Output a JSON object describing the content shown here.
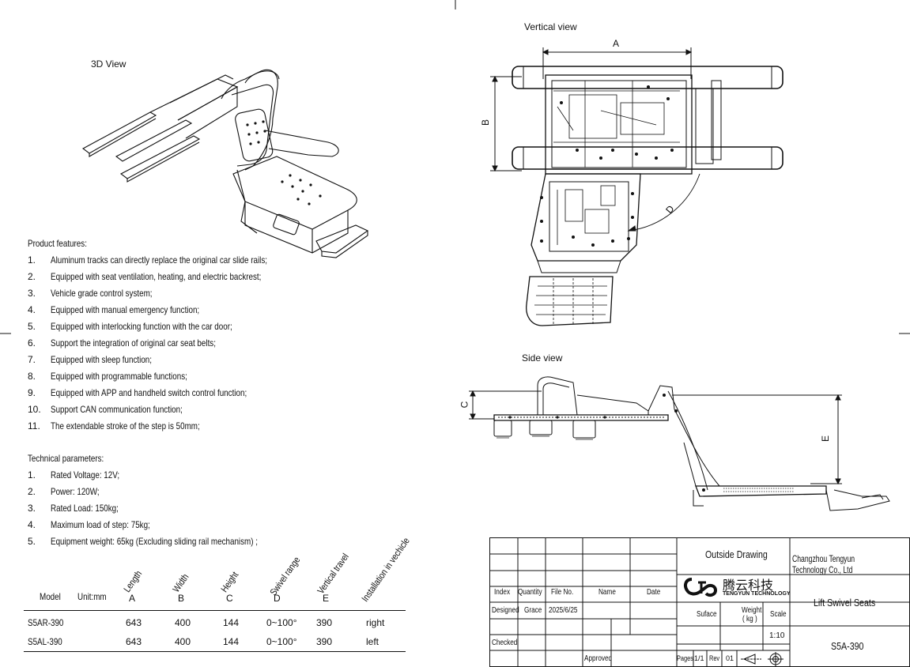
{
  "views": {
    "three_d": "3D View",
    "vertical": "Vertical view",
    "side": "Side view"
  },
  "dimensions": {
    "a": "A",
    "b": "B",
    "c": "C",
    "d": "D",
    "e": "E"
  },
  "features": {
    "heading": "Product features:",
    "items": [
      {
        "num": "1.",
        "text": "Aluminum tracks can directly replace the original car slide rails;"
      },
      {
        "num": "2.",
        "text": "Equipped with seat ventilation, heating, and electric backrest;"
      },
      {
        "num": "3.",
        "text": "Vehicle grade control system;"
      },
      {
        "num": "4.",
        "text": "Equipped with manual emergency function;"
      },
      {
        "num": "5.",
        "text": "Equipped with interlocking function with the car door;"
      },
      {
        "num": "6.",
        "text": "Support the integration of original car seat belts;"
      },
      {
        "num": "7.",
        "text": "Equipped with sleep function;"
      },
      {
        "num": "8.",
        "text": "Equipped with programmable functions;"
      },
      {
        "num": "9.",
        "text": "Equipped with APP and handheld switch control function;"
      },
      {
        "num": "10.",
        "text": "Support CAN communication function;"
      },
      {
        "num": "11.",
        "text": "The extendable stroke of the step is 50mm;"
      }
    ]
  },
  "params": {
    "heading": "Technical parameters:",
    "items": [
      {
        "num": "1.",
        "text": "Rated Voltage: 12V;"
      },
      {
        "num": "2.",
        "text": "Power: 120W;"
      },
      {
        "num": "3.",
        "text": "Rated Load: 150kg;"
      },
      {
        "num": "4.",
        "text": "Maximum load of step: 75kg;"
      },
      {
        "num": "5.",
        "text": "Equipment weight: 65kg (Excluding sliding rail mechanism) ;"
      }
    ]
  },
  "spec_table": {
    "model_label": "Model",
    "unit_label": "Unit:mm",
    "headers": [
      {
        "label": "Length",
        "letter": "A"
      },
      {
        "label": "Width",
        "letter": "B"
      },
      {
        "label": "Height",
        "letter": "C"
      },
      {
        "label": "Swivel range",
        "letter": "D"
      },
      {
        "label": "Vertical travel",
        "letter": "E"
      },
      {
        "label": "Installation in vechicle",
        "letter": ""
      }
    ],
    "rows": [
      {
        "model": "S5AR-390",
        "a": "643",
        "b": "400",
        "c": "144",
        "d": "0~100°",
        "e": "390",
        "install": "right"
      },
      {
        "model": "S5AL-390",
        "a": "643",
        "b": "400",
        "c": "144",
        "d": "0~100°",
        "e": "390",
        "install": "left"
      }
    ]
  },
  "title_block": {
    "index": "Index",
    "quantity": "Quantity",
    "file_no": "File No.",
    "name": "Name",
    "date": "Date",
    "designed": "Designed",
    "designer": "Grace",
    "design_date": "2025/6/25",
    "checked": "Checked",
    "approved": "Approved",
    "outside_drawing": "Outside Drawing",
    "company": "Changzhou Tengyun Technology Co., Ltd",
    "logo_cn": "腾云科技",
    "logo_en": "TENGYUN TECHNOLOGY",
    "product": "Lift Swivel Seats",
    "suface": "Suface",
    "weight": "Weight",
    "weight_unit": "( kg )",
    "scale": "Scale",
    "scale_value": "1:10",
    "model": "S5A-390",
    "pages_label": "Pages",
    "pages_value": "1/1",
    "rev_label": "Rev",
    "rev_value": "01"
  }
}
